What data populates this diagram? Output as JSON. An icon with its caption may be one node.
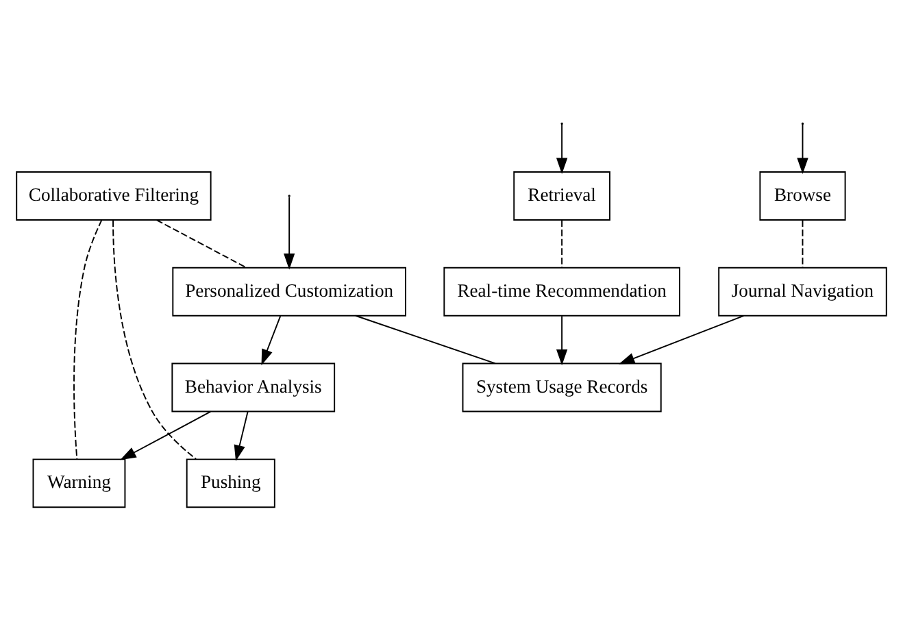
{
  "diagram": {
    "nodes": [
      {
        "text": [
          "Collaborative Filtering"
        ]
      },
      {
        "text": [
          "Browse"
        ]
      },
      {
        "text": [
          "Retrieval"
        ]
      },
      {
        "text": [
          "Personalized Customization"
        ]
      },
      {
        "text": [
          "Pushing"
        ]
      },
      {
        "text": [
          "Warning"
        ]
      },
      {
        "text": [
          "Journal Navigation"
        ]
      },
      {
        "text": [
          "Real-time Recommendation"
        ]
      },
      {
        "text": [
          "Behavior Analysis"
        ]
      },
      {
        "text": [
          "System Usage Records"
        ]
      }
    ],
    "edges": [
      {
        "from": null,
        "to": 1,
        "arrow": "to"
      },
      {
        "from": null,
        "to": 2,
        "arrow": "to"
      },
      {
        "from": null,
        "to": 3,
        "arrow": "to"
      },
      {
        "from": 0,
        "to": 3,
        "arrow": "none",
        "style": "dashed"
      },
      {
        "from": 0,
        "to": 4,
        "arrow": "none",
        "style": "dashed"
      },
      {
        "from": 0,
        "to": 5,
        "arrow": "none",
        "style": "dashed"
      },
      {
        "from": 1,
        "to": 6,
        "arrow": "none",
        "style": "dashed"
      },
      {
        "from": 2,
        "to": 7,
        "arrow": "none",
        "style": "dashed"
      },
      {
        "from": 6,
        "to": 9,
        "arrow": "to"
      },
      {
        "from": 7,
        "to": 9,
        "arrow": "to"
      },
      {
        "from": 3,
        "to": 9,
        "arrow": "none"
      },
      {
        "from": 3,
        "to": 8,
        "arrow": "to"
      },
      {
        "from": 8,
        "to": 4,
        "arrow": "to"
      },
      {
        "from": 8,
        "to": 5,
        "arrow": "to"
      }
    ]
  }
}
